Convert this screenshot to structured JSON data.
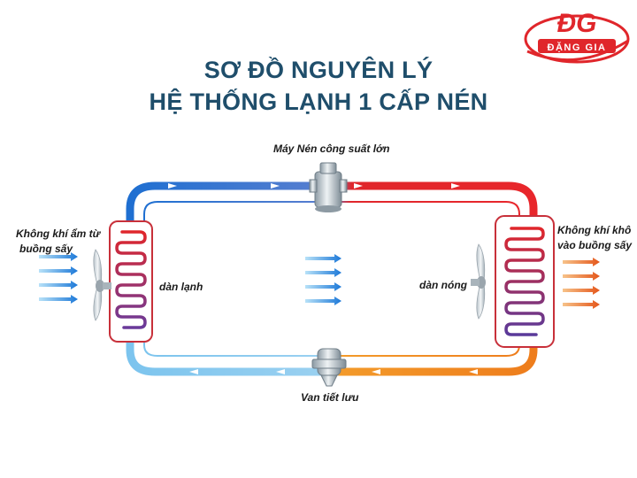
{
  "title_line1": "SƠ ĐỒ NGUYÊN LÝ",
  "title_line2": "HỆ THỐNG LẠNH 1 CẤP NÉN",
  "logo": {
    "mark": "ĐG",
    "name": "ĐẶNG GIA"
  },
  "labels": {
    "compressor": "Máy Nén công suất lớn",
    "expansion_valve": "Van tiết lưu",
    "evaporator": "dàn lạnh",
    "condenser": "dàn nóng",
    "air_in_line1": "Không khí ẩm từ",
    "air_in_line2": "buồng sấy",
    "air_out_line1": "Không khí khô",
    "air_out_line2": "vào buồng sấy"
  },
  "colors": {
    "title": "#1f4e6b",
    "brand_red": "#e0262b",
    "hot_line": "#e8262b",
    "warm_line": "#f08a1e",
    "cold_line": "#1f6fd1",
    "cool_line": "#7cc4ee",
    "coil_frame": "#c8303a"
  }
}
